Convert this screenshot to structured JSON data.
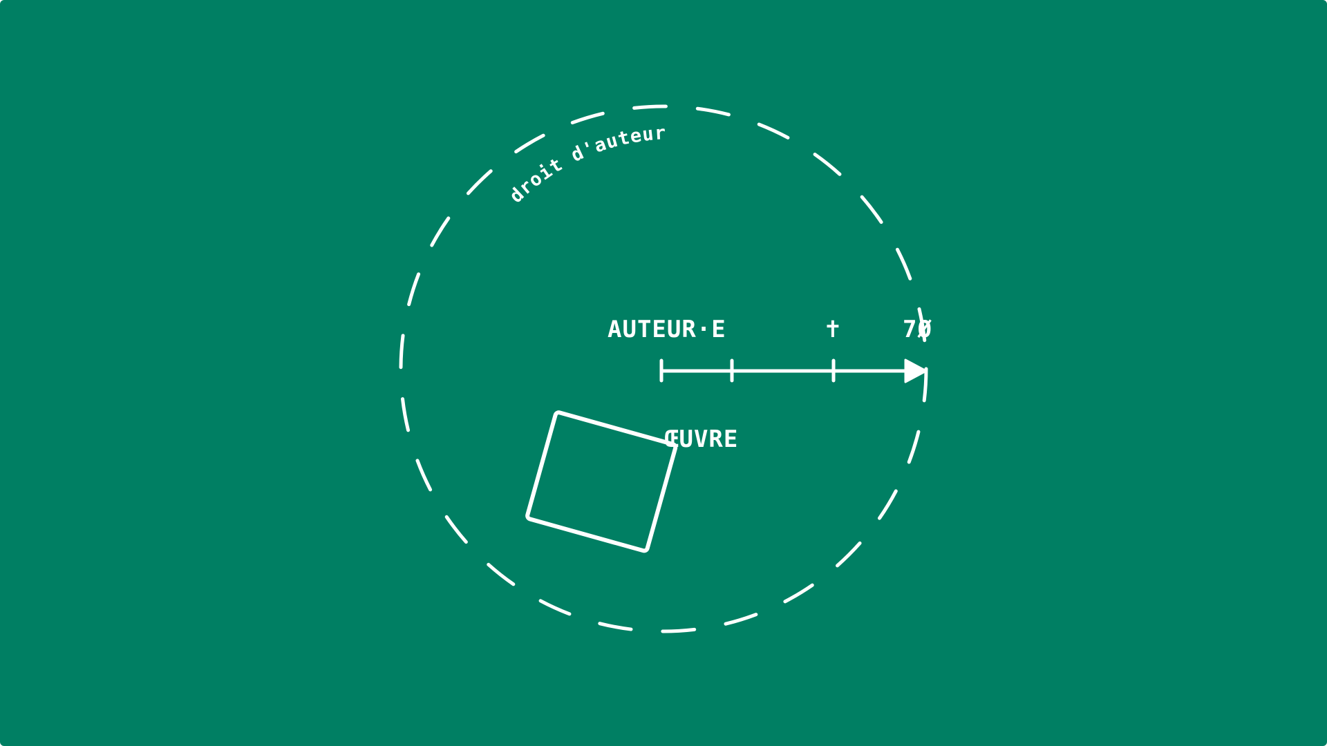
{
  "colors": {
    "background": "#007F63",
    "stroke": "#FFFFFF"
  },
  "diagram": {
    "arc_label": "droit d'auteur",
    "author_label": "AUTEUR·E",
    "death_marker": "✝",
    "years_label": "7Ø",
    "work_label": "ŒUVRE"
  }
}
